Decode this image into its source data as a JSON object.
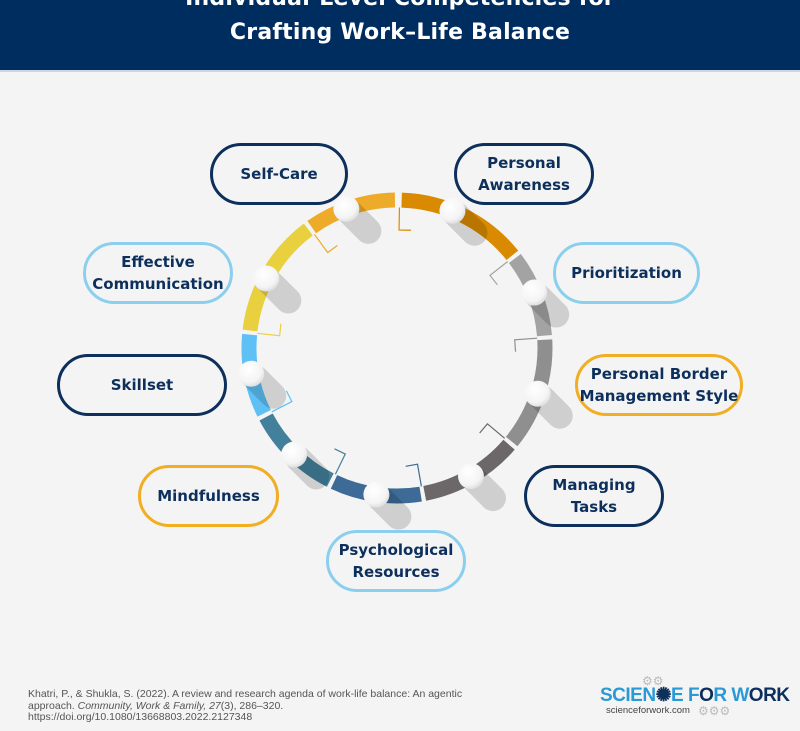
{
  "header": {
    "title_line1": "Individual-Level Competencies for",
    "title_line2": "Crafting Work–Life Balance"
  },
  "competencies": [
    {
      "label": "Self-Care",
      "style": "navy"
    },
    {
      "label": "Personal\nAwareness",
      "style": "navy"
    },
    {
      "label": "Prioritization",
      "style": "light-blue"
    },
    {
      "label": "Personal Border\nManagement Style",
      "style": "gold"
    },
    {
      "label": "Managing\nTasks",
      "style": "navy"
    },
    {
      "label": "Psychological\nResources",
      "style": "light-blue"
    },
    {
      "label": "Mindfulness",
      "style": "gold"
    },
    {
      "label": "Skillset",
      "style": "navy"
    },
    {
      "label": "Effective\nCommunication",
      "style": "light-blue"
    }
  ],
  "ring": {
    "segment_colors": [
      "#d98a00",
      "#a3a3a3",
      "#8f8f8f",
      "#6c6869",
      "#3d6a97",
      "#43809b",
      "#5ec0f4",
      "#e8d03f",
      "#edab29"
    ]
  },
  "colors": {
    "header_bg": "#002d5f",
    "navy": "#0d2f5c",
    "light_blue": "#8bcfee",
    "gold": "#f2ae22"
  },
  "citation": {
    "line1": "Khatri, P., & Shukla, S. (2022). A review and research agenda of work-life balance: An agentic",
    "line2_pre": "approach. ",
    "journal": "Community, Work & Family, 27",
    "line2_post": "(3), 286–320.",
    "line3": "https://doi.org/10.1080/13668803.2022.2127348"
  },
  "logo": {
    "brand_part1": "SCIEN",
    "brand_gear": "✺",
    "brand_part2": "E F",
    "brand_o": "O",
    "brand_part3": "R W",
    "brand_o2": "O",
    "brand_part4": "RK",
    "website": "scienceforwork.com"
  }
}
